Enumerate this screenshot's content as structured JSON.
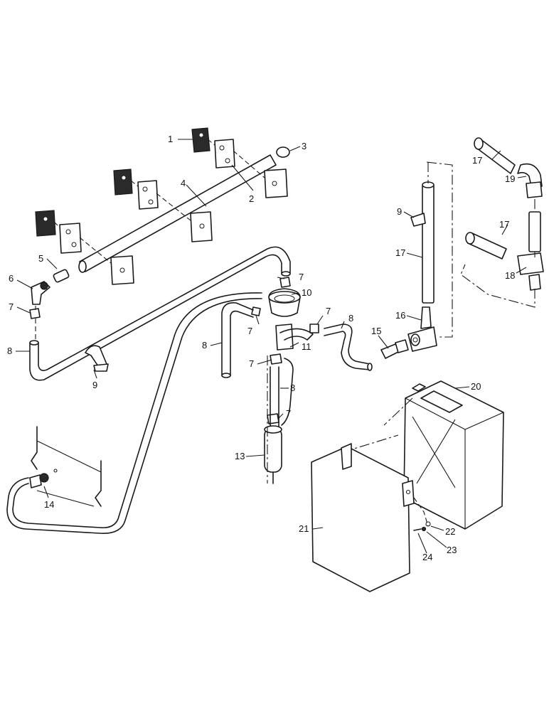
{
  "callouts": [
    "1",
    "2",
    "3",
    "4",
    "5",
    "6",
    "7",
    "8",
    "9",
    "10",
    "11",
    "13",
    "14",
    "15",
    "16",
    "17",
    "18",
    "19",
    "20",
    "21",
    "22",
    "23",
    "24"
  ],
  "ink_color": "#1a1a1a",
  "background": "#ffffff"
}
